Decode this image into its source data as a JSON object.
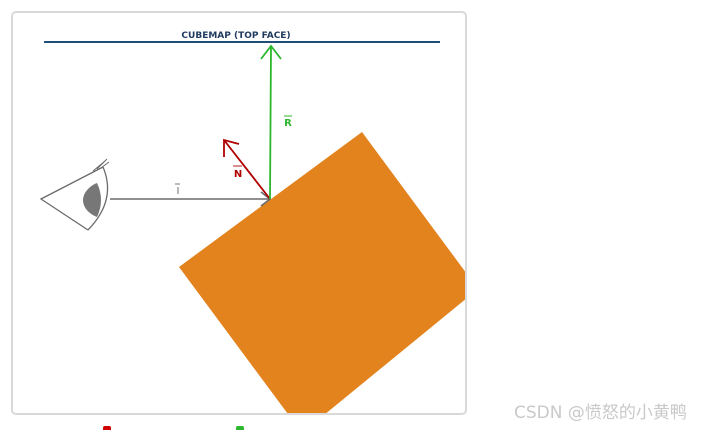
{
  "diagram": {
    "title": "CUBEMAP (TOP FACE)",
    "vectors": {
      "incident": {
        "label": "I",
        "color": "#6b6b6b"
      },
      "normal": {
        "label": "N",
        "color": "#b00000"
      },
      "reflected": {
        "label": "R",
        "color": "#2db52d"
      }
    },
    "colors": {
      "cube_face": "#e2831e",
      "title_line": "#1f4e79",
      "title_text": "#1f3a5f",
      "eye_outline": "#6b6b6b",
      "eye_iris": "#777777",
      "frame_border": "#d9d9dc"
    }
  },
  "watermark": "CSDN @愤怒的小黄鸭",
  "legend_marks": [
    {
      "color": "#d00000"
    },
    {
      "color": "#2db52d"
    }
  ]
}
